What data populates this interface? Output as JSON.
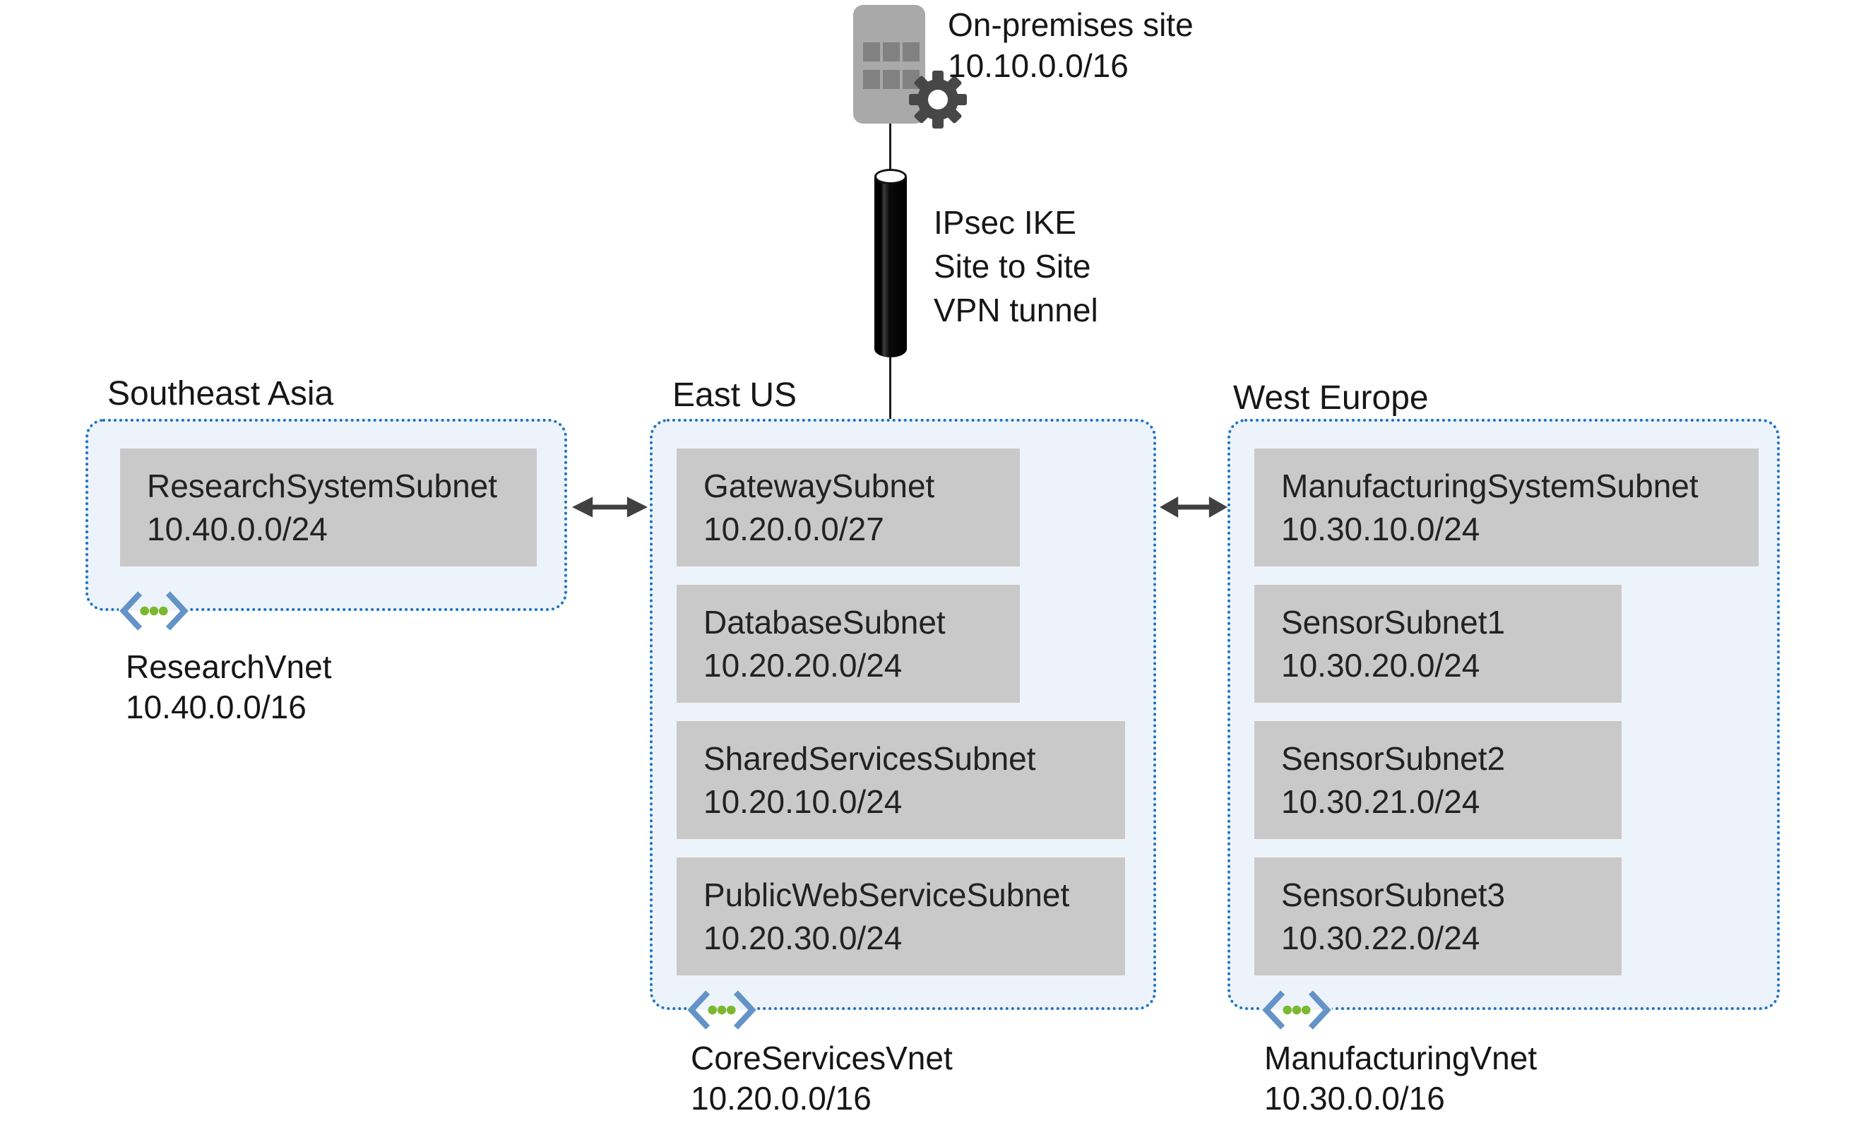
{
  "on_premises": {
    "name": "On-premises site",
    "cidr": "10.10.0.0/16"
  },
  "tunnel": {
    "lines": [
      "IPsec IKE",
      "Site to Site",
      "VPN tunnel"
    ]
  },
  "regions": [
    {
      "name": "Southeast Asia",
      "vnet": {
        "name": "ResearchVnet",
        "cidr": "10.40.0.0/16"
      },
      "subnets": [
        {
          "name": "ResearchSystemSubnet",
          "cidr": "10.40.0.0/24"
        }
      ]
    },
    {
      "name": "East US",
      "vnet": {
        "name": "CoreServicesVnet",
        "cidr": "10.20.0.0/16"
      },
      "subnets": [
        {
          "name": "GatewaySubnet",
          "cidr": "10.20.0.0/27"
        },
        {
          "name": "DatabaseSubnet",
          "cidr": "10.20.20.0/24"
        },
        {
          "name": "SharedServicesSubnet",
          "cidr": "10.20.10.0/24"
        },
        {
          "name": "PublicWebServiceSubnet",
          "cidr": "10.20.30.0/24"
        }
      ]
    },
    {
      "name": "West Europe",
      "vnet": {
        "name": "ManufacturingVnet",
        "cidr": "10.30.0.0/16"
      },
      "subnets": [
        {
          "name": "ManufacturingSystemSubnet",
          "cidr": "10.30.10.0/24"
        },
        {
          "name": "SensorSubnet1",
          "cidr": "10.30.20.0/24"
        },
        {
          "name": "SensorSubnet2",
          "cidr": "10.30.21.0/24"
        },
        {
          "name": "SensorSubnet3",
          "cidr": "10.30.22.0/24"
        }
      ]
    }
  ],
  "colors": {
    "region_fill": "#EDF3FA",
    "region_border": "#1C72C2",
    "subnet_fill": "#C9C9C9",
    "text": "#1A1A1A",
    "arrow": "#404040",
    "building": "#A9A9A9",
    "building_window": "#818181",
    "gear": "#474747",
    "tunnel": "#000000",
    "vnet_bracket": "#6493C7",
    "vnet_dot": "#7CB82F"
  }
}
